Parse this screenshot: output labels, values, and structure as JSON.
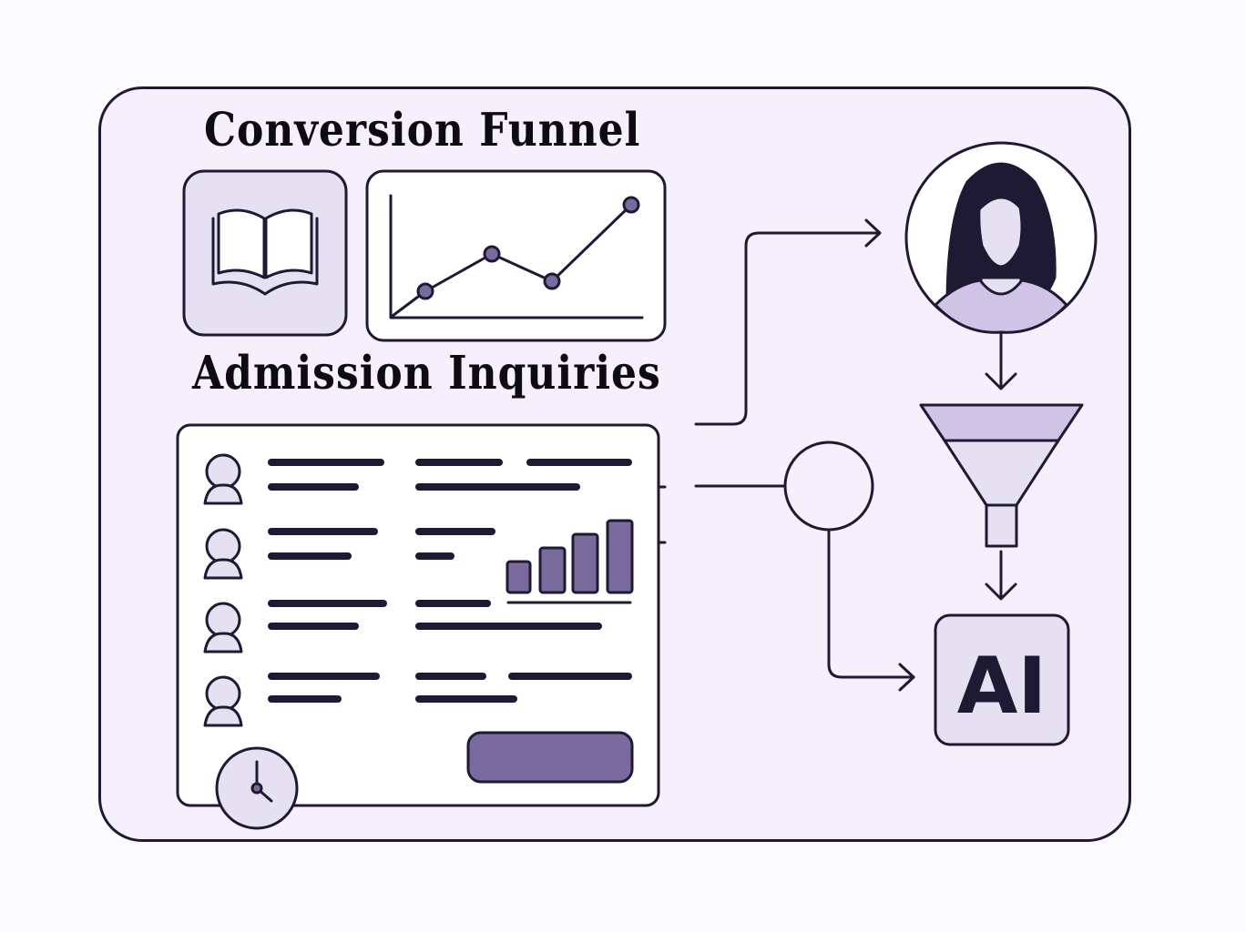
{
  "diagram": {
    "title": "Conversion Funnel",
    "subtitle": "Admission Inquiries",
    "ai_label": "AI",
    "colors": {
      "background": "#f5f0fb",
      "stroke": "#1f1a33",
      "accent": "#7a6b9e",
      "light_fill": "#e6e0f3",
      "funnel_top": "#cfc3e6"
    },
    "nodes": [
      {
        "id": "book",
        "icon": "open-book-icon"
      },
      {
        "id": "trend-chart",
        "icon": "line-chart-icon"
      },
      {
        "id": "inquiry-list",
        "icon": "list-panel",
        "rows": 4
      },
      {
        "id": "person",
        "icon": "woman-avatar-icon"
      },
      {
        "id": "funnel",
        "icon": "funnel-icon"
      },
      {
        "id": "junction",
        "icon": "circle-node"
      },
      {
        "id": "ai",
        "icon": "ai-box"
      },
      {
        "id": "clock",
        "icon": "clock-icon"
      }
    ],
    "edges": [
      {
        "from": "inquiry-list",
        "to": "person"
      },
      {
        "from": "person",
        "to": "funnel"
      },
      {
        "from": "funnel",
        "to": "ai"
      },
      {
        "from": "inquiry-list",
        "to": "junction"
      },
      {
        "from": "junction",
        "to": "ai"
      }
    ]
  },
  "chart_data": {
    "type": "line",
    "points": [
      1,
      2,
      1.6,
      3.3
    ],
    "bars": [
      1,
      1.6,
      2.1,
      2.6
    ]
  }
}
